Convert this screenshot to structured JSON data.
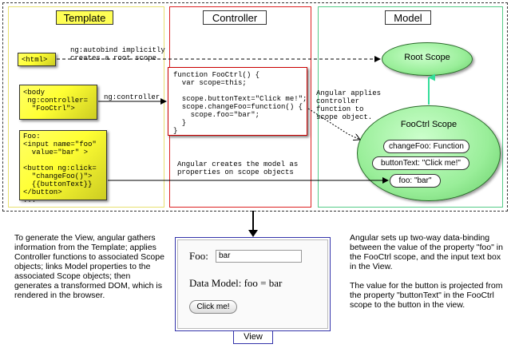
{
  "columns": {
    "template": "Template",
    "controller": "Controller",
    "model": "Model"
  },
  "template_boxes": {
    "html": "<html>",
    "body": "<body\n ng:controller=\n  \"FooCtrl\">",
    "form": "Foo:\n<input name=\"foo\"\n  value=\"bar\" >\n\n<button ng:click=\n  \"changeFoo()\">\n  {{buttonText}}\n</button>\n..."
  },
  "annotations": {
    "autobind": "ng:autobind implicitly\ncreates a root scope",
    "ng_controller": "ng:controller",
    "applies": "Angular applies\ncontroller\nfunction to\nscope object.",
    "creates_model": "Angular creates the model as\nproperties on scope objects"
  },
  "controller_code": "function FooCtrl() {\n  var scope=this;\n\n  scope.buttonText=\"Click me!\";\n  scope.changeFoo=function() {\n    scope.foo=\"bar\";\n  }\n}",
  "model": {
    "root_scope": "Root Scope",
    "fooctrl_scope": "FooCtrl Scope",
    "change_foo": "changeFoo: Function",
    "button_text": "buttonText: \"Click me!\"",
    "foo": "foo: \"bar\""
  },
  "left_text": "To generate the View, angular gathers information from the Template; applies Controller functions to associated Scope objects; links Model properties to the associated Scope objects; then generates a transformed DOM, which is rendered in the browser.",
  "right_text_1": "Angular sets up two-way data-binding between the value of the property \"foo\" in the FooCtrl scope, and the input text box in the View.",
  "right_text_2": "The value for the button is projected from the property \"buttonText\" in the FooCtrl scope to the button in the view.",
  "view": {
    "foo_label": "Foo:",
    "input_value": "bar",
    "data_model": "Data Model: foo = bar",
    "button": "Click me!",
    "caption": "View"
  },
  "colors": {
    "template_border": "#e8e070",
    "controller_border": "#dd2222",
    "model_border": "#55cc88",
    "view_border": "#3333aa",
    "green_ellipse": "#99ee99",
    "green_arrow": "#33dd99"
  }
}
